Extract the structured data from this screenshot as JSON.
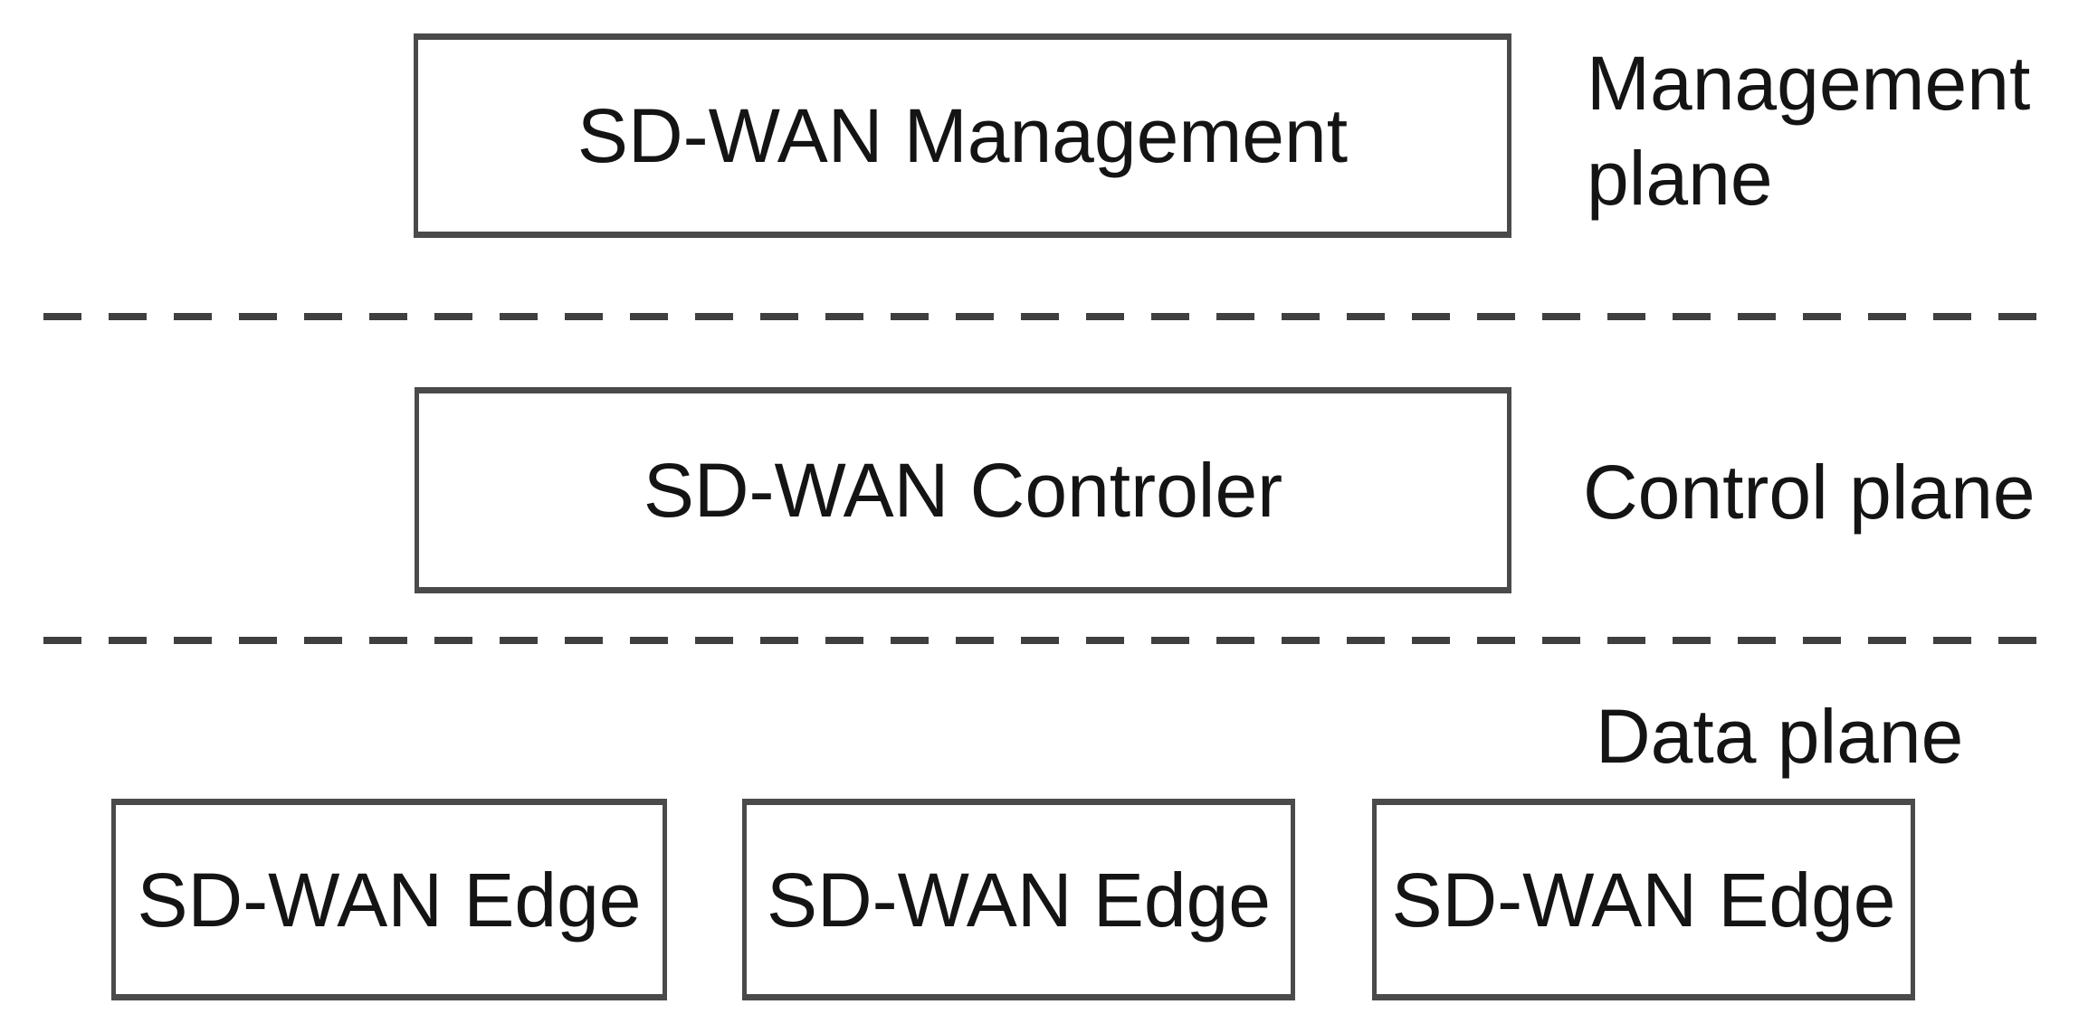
{
  "title": "SD-WAN architecture planes diagram",
  "colors": {
    "background": "#ffffff",
    "box_border": "#4a4a4a",
    "text": "#141414",
    "divider_dash": "#3f3f3f"
  },
  "management": {
    "box_label": "SD-WAN Management",
    "plane_label": "Management plane"
  },
  "control": {
    "box_label": "SD-WAN Controler",
    "plane_label": "Control plane"
  },
  "data": {
    "plane_label": "Data plane",
    "edges": [
      {
        "label": "SD-WAN Edge"
      },
      {
        "label": "SD-WAN Edge"
      },
      {
        "label": "SD-WAN Edge"
      }
    ]
  }
}
